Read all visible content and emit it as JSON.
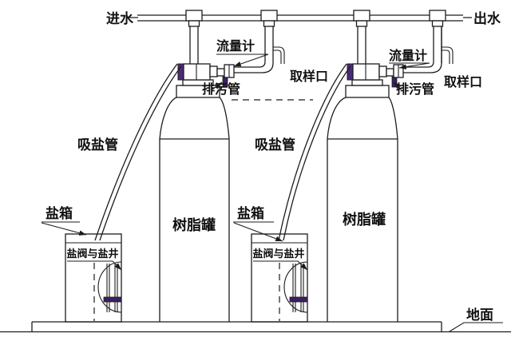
{
  "diagram": {
    "type": "water-softener-twin-tank-schematic",
    "pipes": {
      "inlet_label": "进水",
      "outlet_label": "出水"
    },
    "units": [
      {
        "flow_meter": "流量计",
        "sampling_port": "取样口",
        "drain_pipe": "排污管",
        "salt_suction_pipe": "吸盐管",
        "salt_box": "盐箱",
        "resin_tank": "树脂罐",
        "salt_valve_well": "盐阀与盐井"
      },
      {
        "flow_meter": "流量计",
        "sampling_port": "取样口",
        "drain_pipe": "排污管",
        "salt_suction_pipe": "吸盐管",
        "salt_box": "盐箱",
        "resin_tank": "树脂罐",
        "salt_valve_well": "盐阀与盐井"
      }
    ],
    "ground_label": "地面",
    "colors": {
      "line": "#1c1c1c",
      "accent_purple": "#4b2a7b",
      "drain_marker": "#3b2060",
      "background": "#ffffff"
    }
  }
}
